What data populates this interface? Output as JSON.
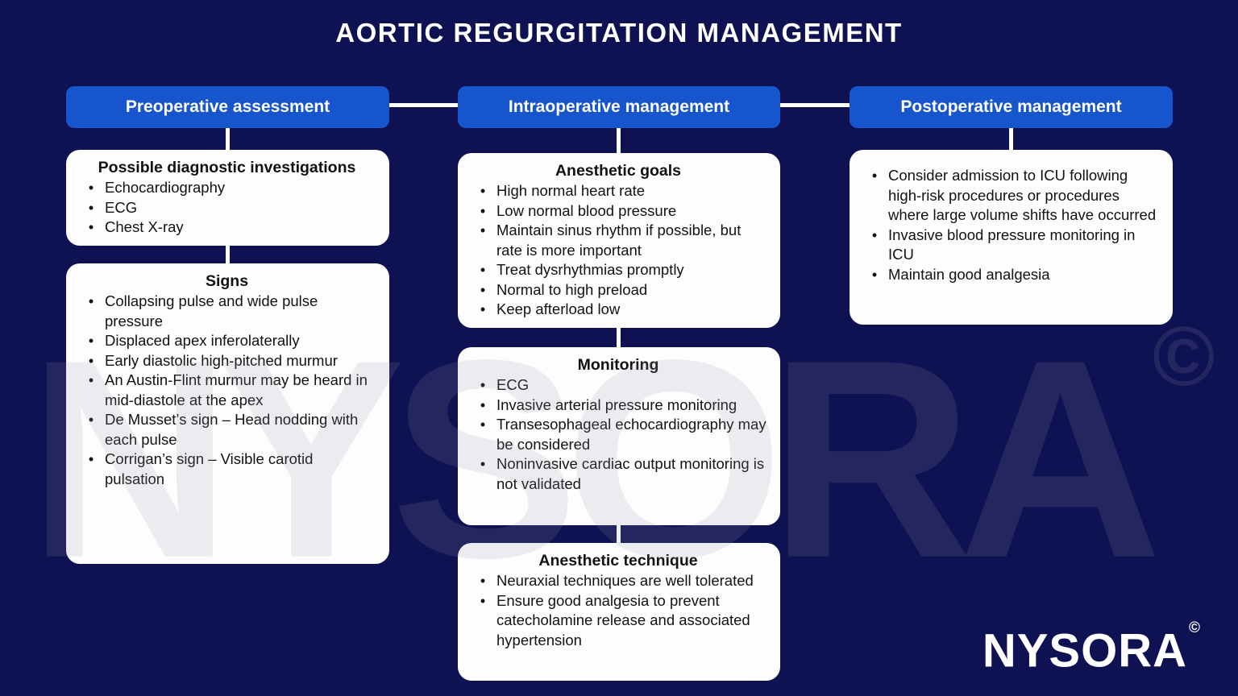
{
  "title": "AORTIC REGURGITATION MANAGEMENT",
  "columns": [
    {
      "header": "Preoperative assessment",
      "cards": [
        {
          "title": "Possible diagnostic investigations",
          "bullets": [
            "Echocardiography",
            "ECG",
            "Chest X-ray"
          ]
        },
        {
          "title": "Signs",
          "bullets": [
            "Collapsing pulse and wide pulse pressure",
            "Displaced apex inferolaterally",
            "Early diastolic high-pitched murmur",
            "An Austin-Flint murmur may be heard in mid-diastole at the apex",
            "De Musset’s sign – Head nodding with each pulse",
            "Corrigan’s sign – Visible carotid pulsation"
          ]
        }
      ]
    },
    {
      "header": "Intraoperative management",
      "cards": [
        {
          "title": "Anesthetic goals",
          "bullets": [
            "High normal heart rate",
            "Low normal blood pressure",
            "Maintain sinus rhythm if possible, but rate is more important",
            "Treat dysrhythmias promptly",
            "Normal to high preload",
            "Keep afterload low"
          ]
        },
        {
          "title": "Monitoring",
          "bullets": [
            "ECG",
            "Invasive arterial pressure monitoring",
            "Transesophageal echocardiography may be considered",
            "Noninvasive cardiac output monitoring is not validated"
          ]
        },
        {
          "title": "Anesthetic technique",
          "bullets": [
            "Neuraxial techniques are well tolerated",
            "Ensure good analgesia to prevent catecholamine release and associated hypertension"
          ]
        }
      ]
    },
    {
      "header": "Postoperative management",
      "cards": [
        {
          "title": "",
          "bullets": [
            "Consider admission to ICU following high-risk procedures or procedures where large volume shifts have occurred",
            "Invasive blood pressure monitoring in ICU",
            "Maintain good analgesia"
          ]
        }
      ]
    }
  ],
  "bullet_glyph": "•",
  "watermark": {
    "text": "NYSORA",
    "copyright": "©"
  },
  "logo": {
    "text": "NYSORA",
    "copyright": "©"
  },
  "colors": {
    "background": "#0f1252",
    "header_pill": "#1655cb",
    "card": "#fdfdfe",
    "card_text": "#121212",
    "connector": "#ffffff",
    "title_text": "#ffffff"
  }
}
